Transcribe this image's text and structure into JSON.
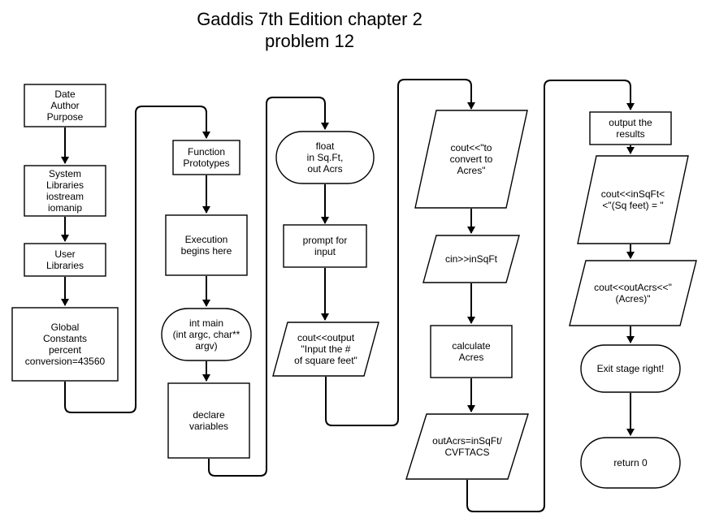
{
  "title": {
    "line1": "Gaddis 7th Edition chapter 2",
    "line2": "problem 12"
  },
  "nodes": [
    {
      "id": "header-comment",
      "shape": "rect",
      "lines": [
        "Date",
        "Author",
        "Purpose"
      ]
    },
    {
      "id": "system-libraries",
      "shape": "rect",
      "lines": [
        "System",
        "Libraries",
        "iostream",
        "iomanip"
      ]
    },
    {
      "id": "user-libraries",
      "shape": "rect",
      "lines": [
        "User",
        "Libraries"
      ]
    },
    {
      "id": "global-constants",
      "shape": "rect",
      "lines": [
        "Global",
        "Constants",
        "percent",
        "conversion=43560"
      ]
    },
    {
      "id": "function-prototypes",
      "shape": "rect",
      "lines": [
        "Function",
        "Prototypes"
      ]
    },
    {
      "id": "execution-begins",
      "shape": "rect",
      "lines": [
        "Execution",
        "begins here"
      ]
    },
    {
      "id": "int-main",
      "shape": "terminal",
      "lines": [
        "int main",
        "(int argc, char**",
        "argv)"
      ]
    },
    {
      "id": "declare-variables",
      "shape": "rect",
      "lines": [
        "declare",
        "variables"
      ]
    },
    {
      "id": "float-declaration",
      "shape": "terminal",
      "lines": [
        "float",
        "in Sq.Ft,",
        "out Acrs"
      ]
    },
    {
      "id": "prompt-for-input",
      "shape": "rect",
      "lines": [
        "prompt for",
        "input"
      ]
    },
    {
      "id": "cout-input-prompt",
      "shape": "parallelogram",
      "lines": [
        "cout<<output",
        "\"Input the #",
        "of square feet\""
      ]
    },
    {
      "id": "cout-convert-to-acres",
      "shape": "parallelogram",
      "lines": [
        "cout<<\"to",
        "convert to",
        "Acres\""
      ]
    },
    {
      "id": "cin-insqft",
      "shape": "parallelogram",
      "lines": [
        "cin>>inSqFt"
      ]
    },
    {
      "id": "calculate-acres",
      "shape": "rect",
      "lines": [
        "calculate",
        "Acres"
      ]
    },
    {
      "id": "outacrs-formula",
      "shape": "parallelogram",
      "lines": [
        "outAcrs=inSqFt/",
        "CVFTACS"
      ]
    },
    {
      "id": "output-the-results",
      "shape": "rect",
      "lines": [
        "output the",
        "results"
      ]
    },
    {
      "id": "cout-insqft",
      "shape": "parallelogram",
      "lines": [
        "cout<<inSqFt<",
        "<\"(Sq feet) = \""
      ]
    },
    {
      "id": "cout-outacrs",
      "shape": "parallelogram",
      "lines": [
        "cout<<outAcrs<<\"",
        "(Acres)\""
      ]
    },
    {
      "id": "exit-stage-right",
      "shape": "terminal",
      "lines": [
        "Exit stage right!"
      ]
    },
    {
      "id": "return-0",
      "shape": "terminal",
      "lines": [
        "return 0"
      ]
    }
  ]
}
